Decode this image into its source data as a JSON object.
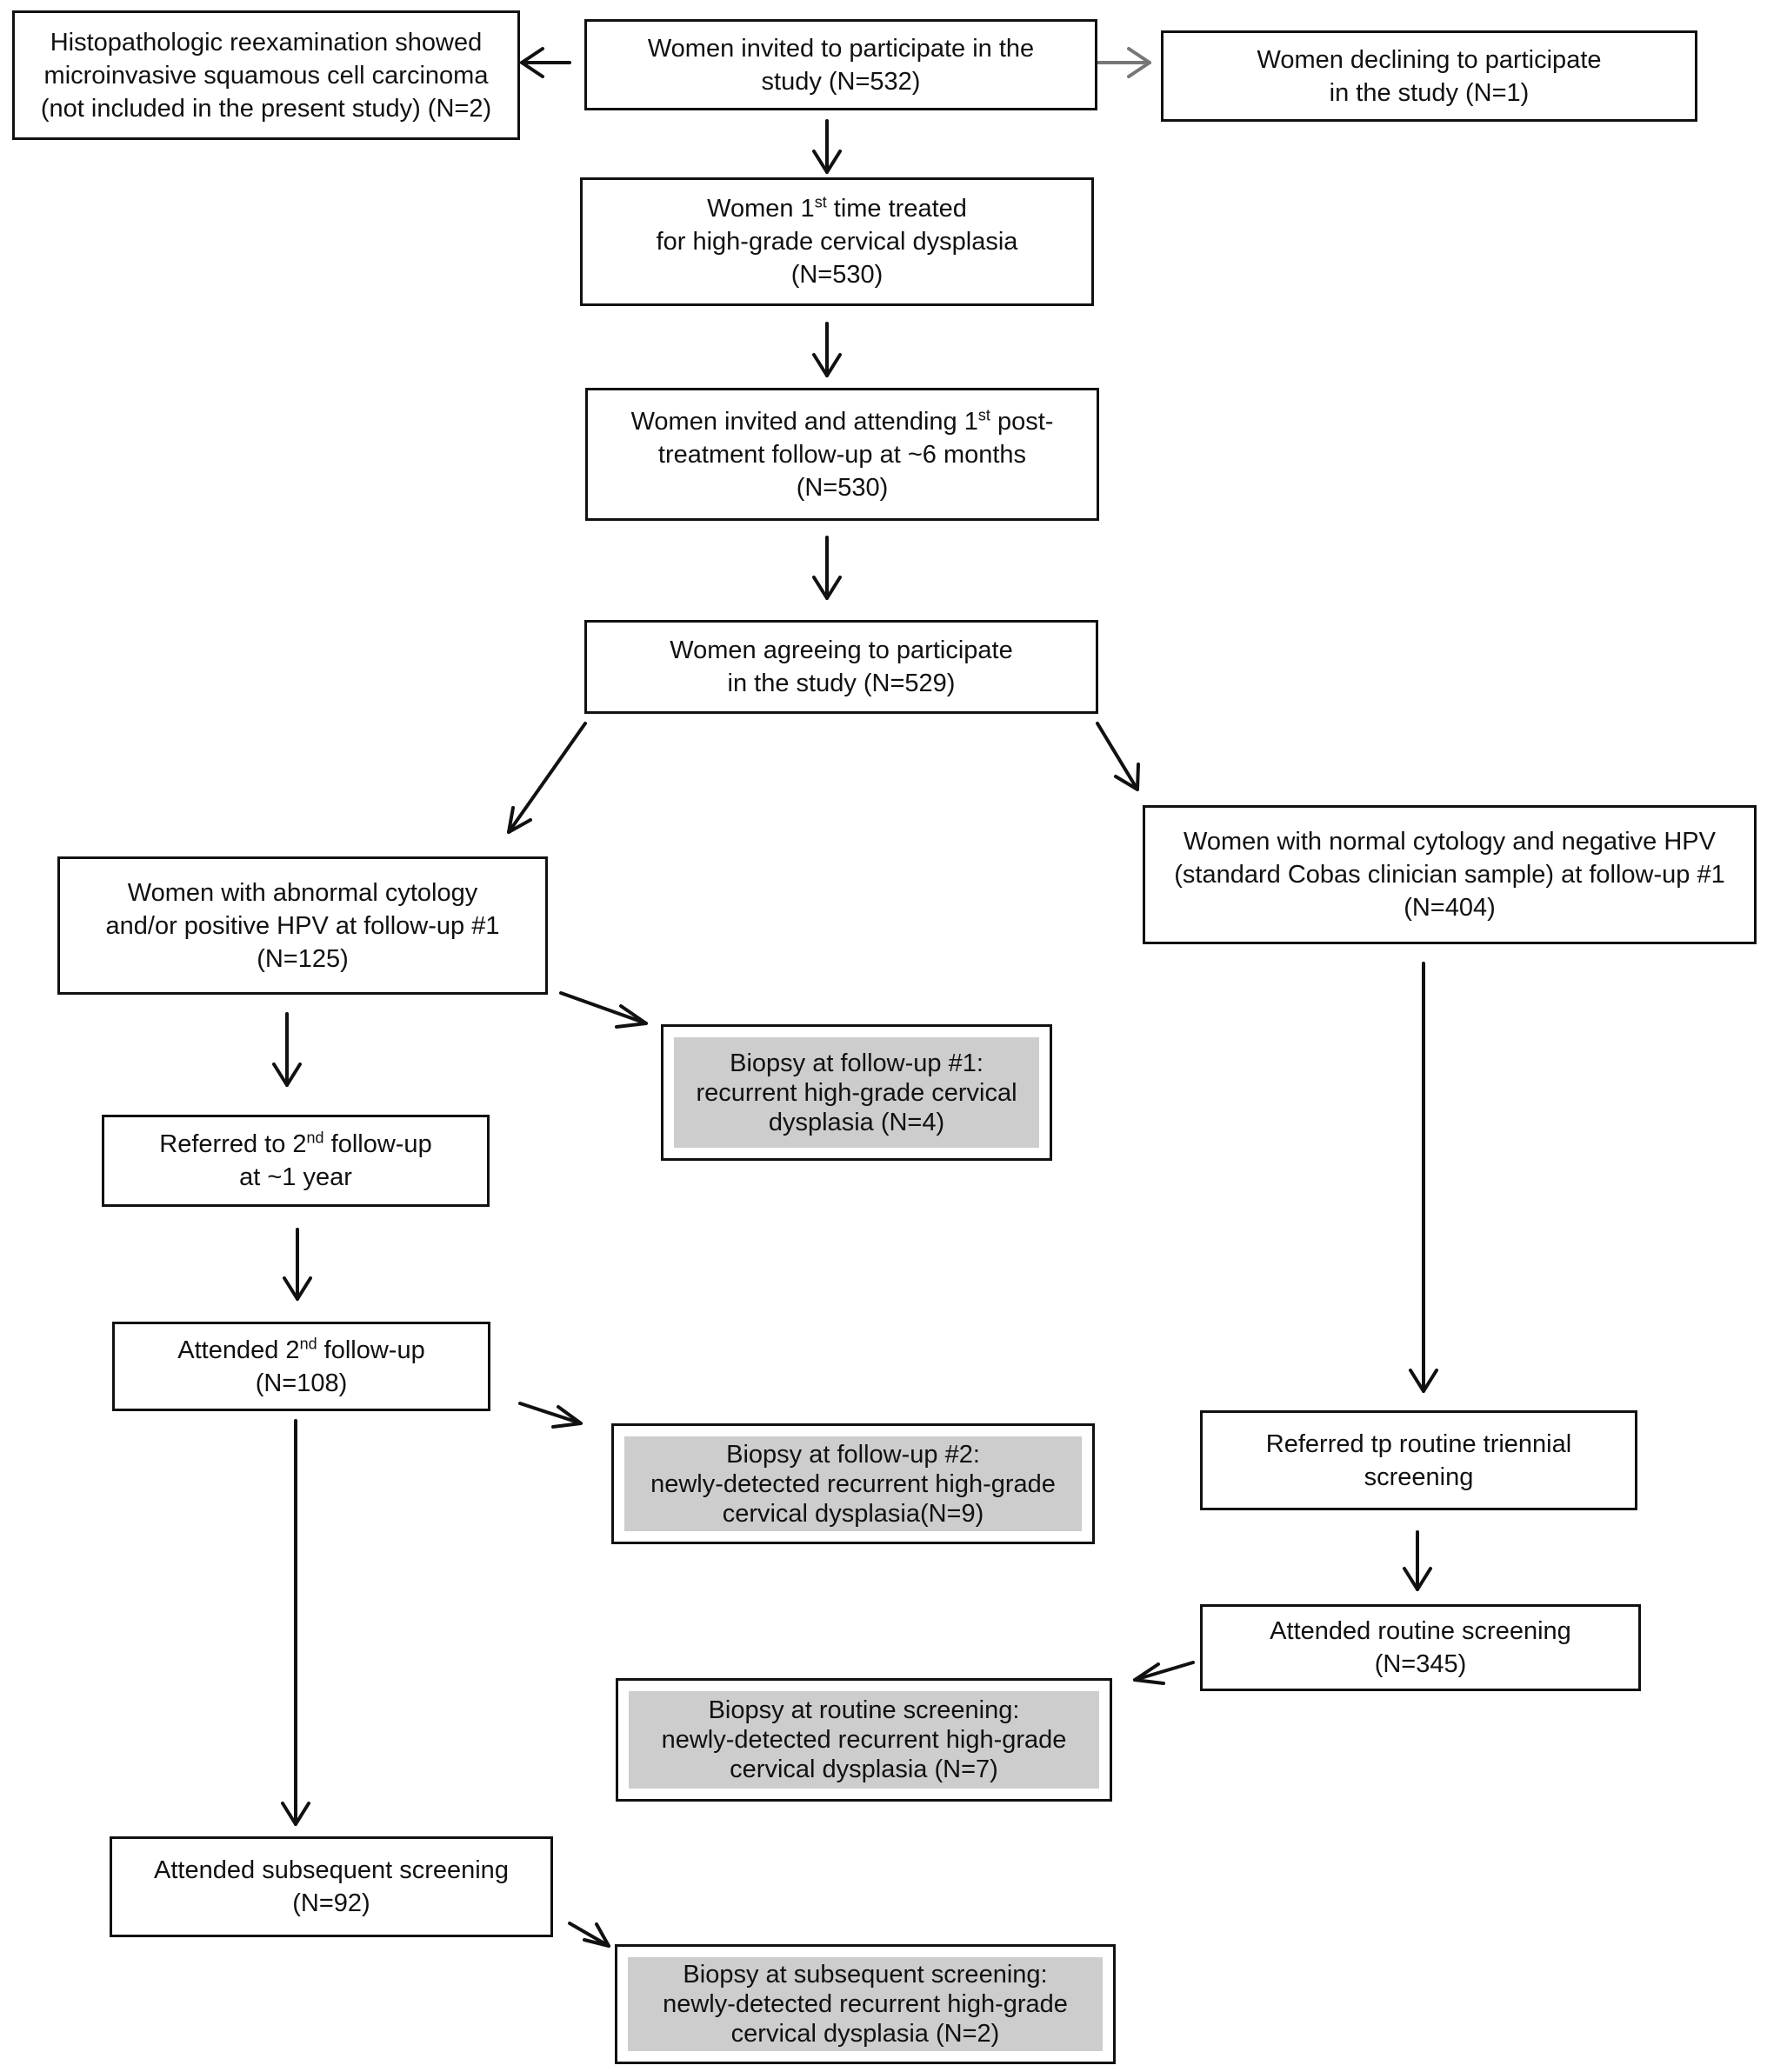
{
  "boxes": {
    "histo": {
      "lines": [
        "Histopathologic reexamination showed",
        "microinvasive squamous cell carcinoma",
        "(not included in the present study) (N=2)"
      ]
    },
    "invited": {
      "lines": [
        "Women invited to participate in the",
        "study (N=532)"
      ]
    },
    "declining": {
      "lines": [
        "Women declining to participate",
        "in the study (N=1)"
      ]
    },
    "treated": {
      "l1_a": "Women 1",
      "l1_sup": "st",
      "l1_b": " time treated",
      "l2": "for high-grade cervical dysplasia",
      "l3": "(N=530)"
    },
    "attending1": {
      "l1_a": "Women invited and attending 1",
      "l1_sup": "st",
      "l1_b": " post-",
      "l2": "treatment follow-up at ~6 months",
      "l3": "(N=530)"
    },
    "agreeing": {
      "lines": [
        "Women agreeing to participate",
        "in the study (N=529)"
      ]
    },
    "abnormal": {
      "lines": [
        "Women with abnormal cytology",
        "and/or positive HPV at follow-up #1",
        "(N=125)"
      ]
    },
    "normal": {
      "lines": [
        "Women with normal cytology and negative HPV",
        "(standard  Cobas clinician sample) at follow-up #1",
        "(N=404)"
      ]
    },
    "biopsy1": {
      "lines": [
        "Biopsy at follow-up #1:",
        "recurrent high-grade cervical",
        "dysplasia (N=4)"
      ]
    },
    "referred2": {
      "l1_a": "Referred to 2",
      "l1_sup": "nd",
      "l1_b": " follow-up",
      "l2": "at ~1 year"
    },
    "attended2": {
      "l1_a": "Attended 2",
      "l1_sup": "nd",
      "l1_b": " follow-up",
      "l2": "(N=108)"
    },
    "biopsy2": {
      "lines": [
        "Biopsy at follow-up #2:",
        "newly-detected recurrent high-grade",
        "cervical dysplasia(N=9)"
      ]
    },
    "triennial": {
      "lines": [
        "Referred tp routine triennial",
        "screening"
      ]
    },
    "routine": {
      "lines": [
        "Attended routine screening",
        "(N=345)"
      ]
    },
    "biopsyRoutine": {
      "lines": [
        "Biopsy at routine screening:",
        "newly-detected recurrent high-grade",
        "cervical dysplasia (N=7)"
      ]
    },
    "subsequent": {
      "lines": [
        "Attended subsequent screening",
        "(N=92)"
      ]
    },
    "biopsySubseq": {
      "lines": [
        "Biopsy at subsequent screening:",
        "newly-detected recurrent high-grade",
        "cervical dysplasia (N=2)"
      ]
    }
  }
}
